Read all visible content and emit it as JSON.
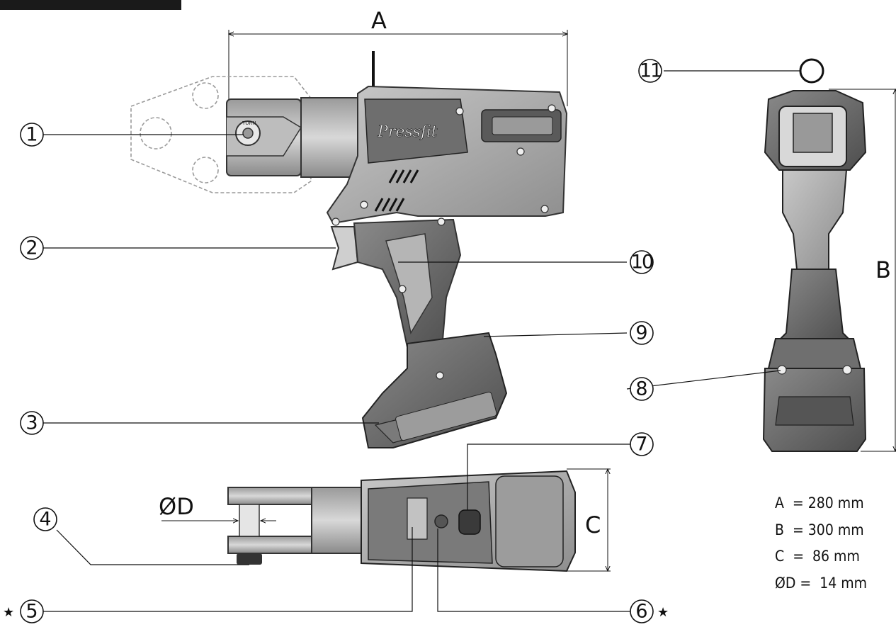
{
  "dimension_labels": {
    "a": "A",
    "b": "B",
    "c": "C",
    "d": "ØD"
  },
  "tool_brand": "Pressfit",
  "head_label": "TURN",
  "specs": [
    "A  = 280 mm",
    "B  = 300 mm",
    "C  =  86 mm",
    "ØD =  14 mm"
  ],
  "callouts": [
    "1",
    "2",
    "3",
    "4",
    "5",
    "6",
    "7",
    "8",
    "9",
    "10",
    "11"
  ],
  "star_symbol": "★"
}
